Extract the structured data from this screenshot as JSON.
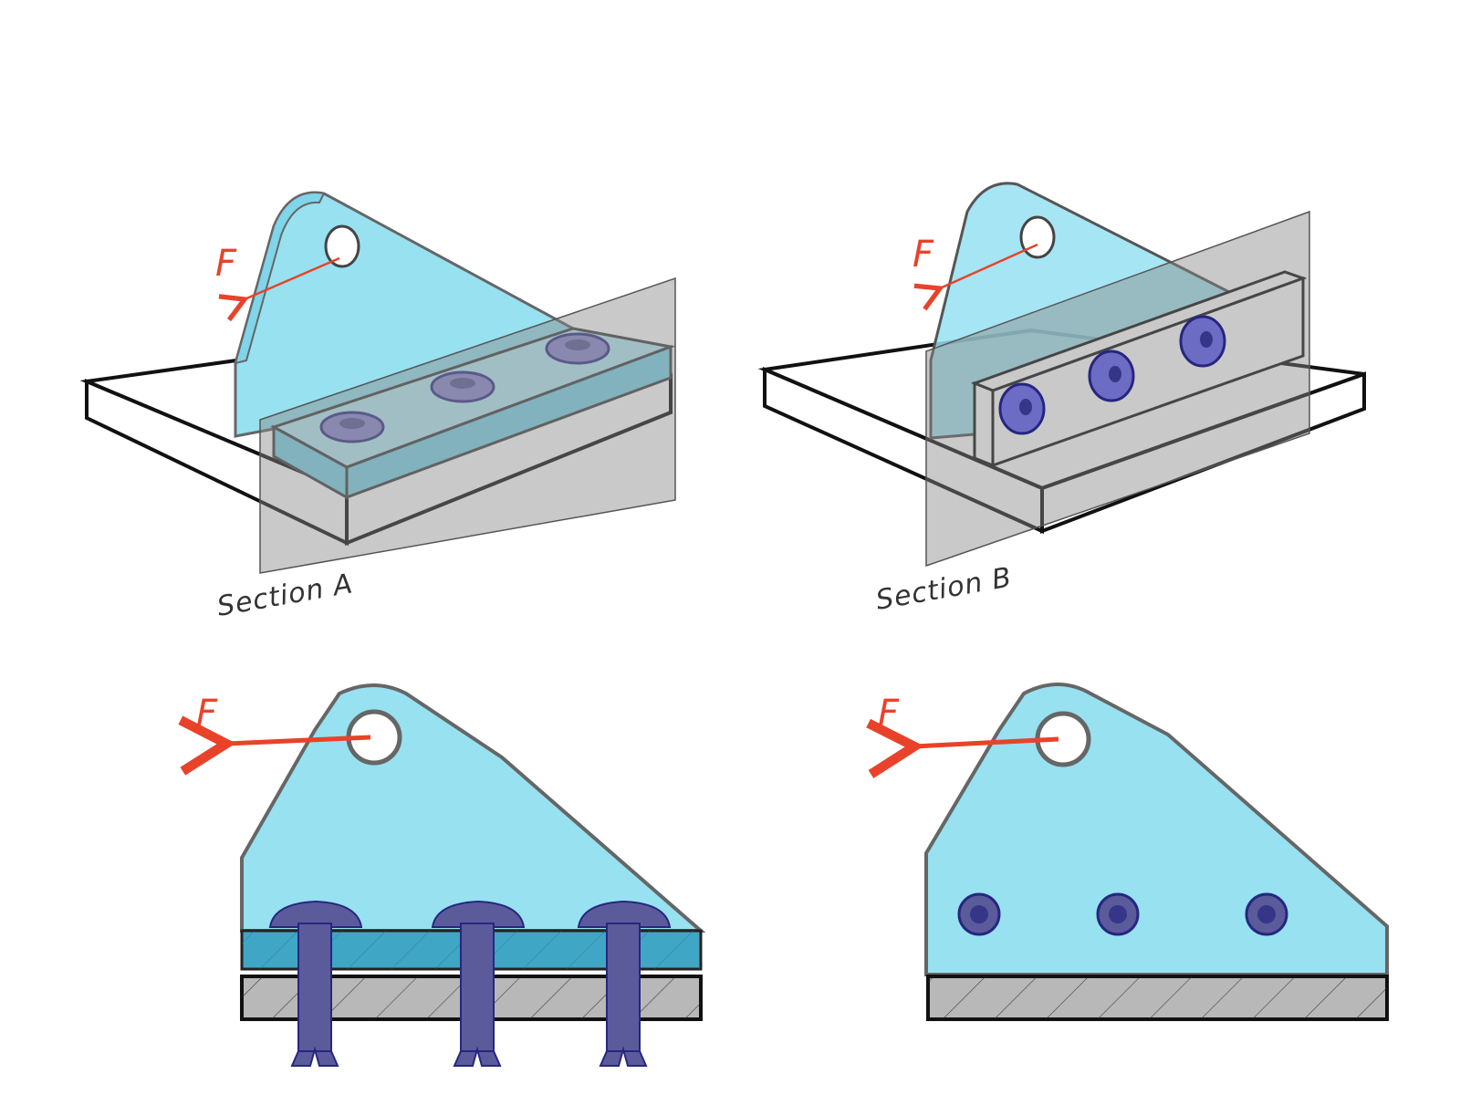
{
  "colors": {
    "bracket": "#97E1F1",
    "bracket_dark": "#7FD5EA",
    "bracket_section": "#40A6C5",
    "outline": "#666666",
    "rivet": "#5B5B9C",
    "rivet_dark": "#363689",
    "base": "#FFFFFF",
    "base_section": "#B8B8B8",
    "plane": "#888888",
    "force": "#E8432A",
    "ink": "#111111"
  },
  "labels": {
    "section_a": "Section A",
    "section_b": "Section B",
    "force_top_left": "F",
    "force_top_right": "F",
    "force_bottom_left": "F",
    "force_bottom_right": "F"
  },
  "icons": {
    "rivet": "rivet-icon",
    "bolt": "bolt-icon",
    "force_arrow": "force-arrow-icon",
    "section_plane": "section-plane-icon"
  }
}
